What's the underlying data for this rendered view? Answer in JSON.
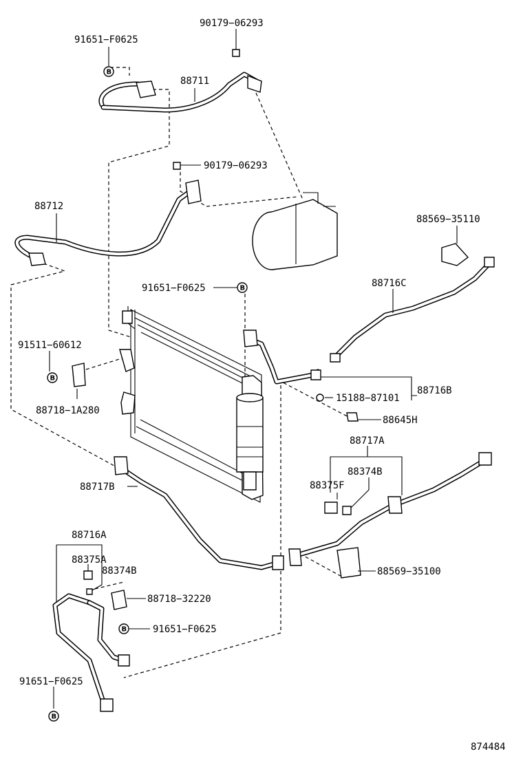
{
  "diagram_id": "874484",
  "parts": {
    "p_91651_top": "91651−F0625",
    "p_90179_top": "90179−06293",
    "p_88711": "88711",
    "p_90179_mid": "90179−06293",
    "p_88712": "88712",
    "p_88569_35110": "88569−35110",
    "p_88716C": "88716C",
    "p_91651_mid": "91651−F0625",
    "p_91511": "91511−60612",
    "p_88718_1A280": "88718−1A280",
    "p_88716B": "88716B",
    "p_15188": "15188−87101",
    "p_88645H": "88645H",
    "p_88717A": "88717A",
    "p_88374B_r": "88374B",
    "p_88375F": "88375F",
    "p_88717B": "88717B",
    "p_88716A": "88716A",
    "p_88375A": "88375A",
    "p_88374B_l": "88374B",
    "p_88569_35100": "88569−35100",
    "p_88718_32220": "88718−32220",
    "p_91651_low": "91651−F0625",
    "p_91651_bot": "91651−F0625"
  },
  "bolt_symbol": "B"
}
